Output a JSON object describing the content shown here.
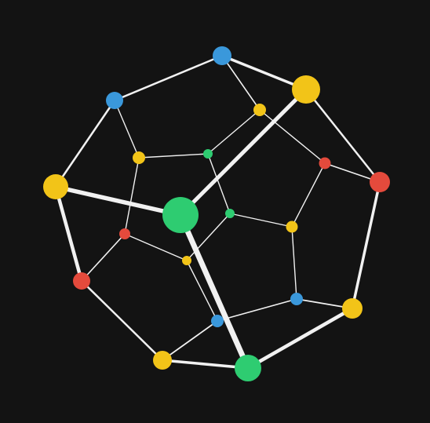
{
  "colors": {
    "background": "#131313",
    "edge": "#f1f1f1",
    "blue": "#3a98db",
    "yellow": "#f2c418",
    "red": "#e44a3c",
    "green": "#2ecc71"
  },
  "graph": {
    "nodes": [
      {
        "id": 0,
        "color": "blue",
        "weight": 1.5
      },
      {
        "id": 1,
        "color": "yellow",
        "weight": 2.6
      },
      {
        "id": 2,
        "color": "red",
        "weight": 1.9
      },
      {
        "id": 3,
        "color": "yellow",
        "weight": 1.9
      },
      {
        "id": 4,
        "color": "green",
        "weight": 2.4
      },
      {
        "id": 5,
        "color": "red",
        "weight": 1.5
      },
      {
        "id": 6,
        "color": "yellow",
        "weight": 2.2
      },
      {
        "id": 7,
        "color": "blue",
        "weight": 1.5
      },
      {
        "id": 8,
        "color": "yellow",
        "weight": 1.0
      },
      {
        "id": 9,
        "color": "red",
        "weight": 0.9
      },
      {
        "id": 10,
        "color": "yellow",
        "weight": 0.9
      },
      {
        "id": 11,
        "color": "blue",
        "weight": 1.0
      },
      {
        "id": 12,
        "color": "blue",
        "weight": 1.0
      },
      {
        "id": 13,
        "color": "yellow",
        "weight": 0.8
      },
      {
        "id": 14,
        "color": "red",
        "weight": 0.8
      },
      {
        "id": 15,
        "color": "yellow",
        "weight": 1.0
      },
      {
        "id": 16,
        "color": "green",
        "weight": 0.7
      },
      {
        "id": 17,
        "color": "green",
        "weight": 0.7
      },
      {
        "id": 18,
        "color": "yellow",
        "weight": 0.7
      },
      {
        "id": 19,
        "color": "green",
        "weight": 3.0
      }
    ],
    "edges": [
      {
        "from": 0,
        "to": 1,
        "weight": 3
      },
      {
        "from": 1,
        "to": 2,
        "weight": 2
      },
      {
        "from": 2,
        "to": 3,
        "weight": 3
      },
      {
        "from": 3,
        "to": 4,
        "weight": 4
      },
      {
        "from": 4,
        "to": 5,
        "weight": 3
      },
      {
        "from": 5,
        "to": 6,
        "weight": 2
      },
      {
        "from": 6,
        "to": 7,
        "weight": 2
      },
      {
        "from": 7,
        "to": 0,
        "weight": 2
      },
      {
        "from": 6,
        "to": 19,
        "weight": 4
      },
      {
        "from": 19,
        "to": 4,
        "weight": 5
      },
      {
        "from": 19,
        "to": 1,
        "weight": 4
      },
      {
        "from": 0,
        "to": 8,
        "weight": 1
      },
      {
        "from": 8,
        "to": 9,
        "weight": 1
      },
      {
        "from": 9,
        "to": 2,
        "weight": 1
      },
      {
        "from": 9,
        "to": 10,
        "weight": 1
      },
      {
        "from": 10,
        "to": 11,
        "weight": 1
      },
      {
        "from": 11,
        "to": 3,
        "weight": 1
      },
      {
        "from": 11,
        "to": 12,
        "weight": 1
      },
      {
        "from": 12,
        "to": 4,
        "weight": 1
      },
      {
        "from": 12,
        "to": 13,
        "weight": 1
      },
      {
        "from": 13,
        "to": 14,
        "weight": 1
      },
      {
        "from": 14,
        "to": 5,
        "weight": 1
      },
      {
        "from": 14,
        "to": 18,
        "weight": 1
      },
      {
        "from": 18,
        "to": 15,
        "weight": 1
      },
      {
        "from": 15,
        "to": 7,
        "weight": 1
      },
      {
        "from": 15,
        "to": 16,
        "weight": 1
      },
      {
        "from": 16,
        "to": 8,
        "weight": 1
      },
      {
        "from": 16,
        "to": 17,
        "weight": 1
      },
      {
        "from": 17,
        "to": 10,
        "weight": 1
      },
      {
        "from": 17,
        "to": 18,
        "weight": 1
      }
    ]
  }
}
